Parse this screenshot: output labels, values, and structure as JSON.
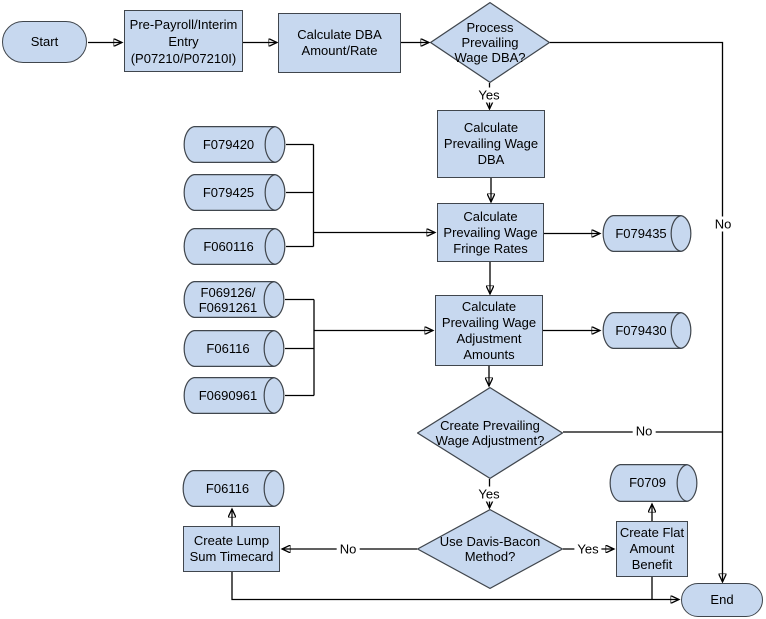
{
  "colors": {
    "node_fill": "#c7d8ef",
    "node_border": "#40464d",
    "connector": "#000000"
  },
  "nodes": {
    "start": {
      "label": "Start"
    },
    "pre_payroll": {
      "label": "Pre-Payroll/Interim\nEntry\n(P07210/P07210I)"
    },
    "calc_dba": {
      "label": "Calculate DBA\nAmount/Rate"
    },
    "process_pw_dba": {
      "label": "Process\nPrevailing\nWage DBA?"
    },
    "calc_pw_dba": {
      "label": "Calculate\nPrevailing Wage\nDBA"
    },
    "f079420": {
      "label": "F079420"
    },
    "f079425": {
      "label": "F079425"
    },
    "f060116": {
      "label": "F060116"
    },
    "calc_fringe": {
      "label": "Calculate\nPrevailing Wage\nFringe Rates"
    },
    "f079435": {
      "label": "F079435"
    },
    "f069126": {
      "label": "F069126/\nF0691261"
    },
    "f06116_in": {
      "label": "F06116"
    },
    "f0690961": {
      "label": "F0690961"
    },
    "calc_adjust": {
      "label": "Calculate\nPrevailing Wage\nAdjustment\nAmounts"
    },
    "f079430": {
      "label": "F079430"
    },
    "create_pw_adj": {
      "label": "Create Prevailing\nWage Adjustment?"
    },
    "f06116_out": {
      "label": "F06116"
    },
    "create_lump": {
      "label": "Create Lump\nSum Timecard"
    },
    "davis_bacon": {
      "label": "Use Davis-Bacon\nMethod?"
    },
    "f0709": {
      "label": "F0709"
    },
    "create_flat": {
      "label": "Create Flat\nAmount\nBenefit"
    },
    "end": {
      "label": "End"
    }
  },
  "edge_labels": {
    "process_yes": "Yes",
    "process_no": "No",
    "create_adj_no": "No",
    "create_adj_yes": "Yes",
    "davis_no": "No",
    "davis_yes": "Yes"
  }
}
